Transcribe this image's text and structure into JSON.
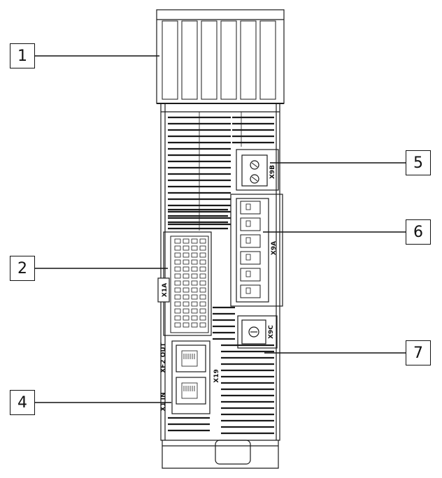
{
  "callouts": {
    "c1": "1",
    "c2": "2",
    "c4": "4",
    "c5": "5",
    "c6": "6",
    "c7": "7"
  },
  "connector_labels": {
    "x1a": "X1A",
    "xf2_out": "XF2 OUT",
    "x1_in": "X1 IN",
    "x19": "X19",
    "x9b": "X9B",
    "x9a": "X9A",
    "x9c": "X9C"
  },
  "colors": {
    "line": "#1a1a1a",
    "background": "#ffffff"
  }
}
